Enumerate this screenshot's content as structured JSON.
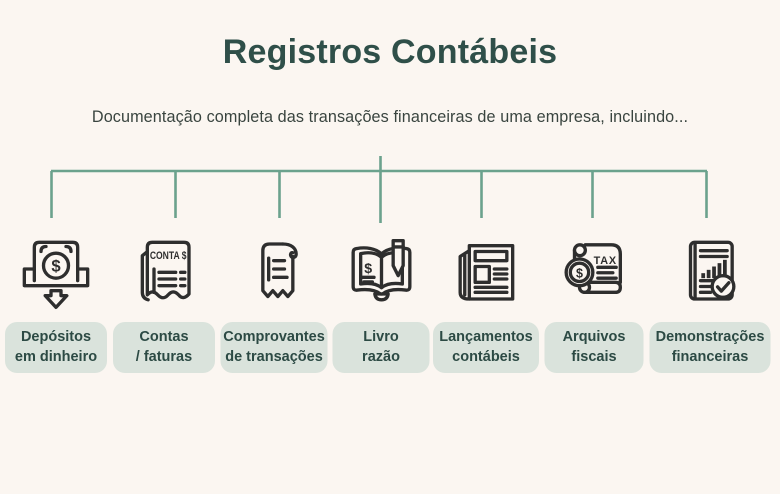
{
  "page": {
    "background_color": "#FBF6F1",
    "accent_line_color": "#6BA28D",
    "label_box_color": "#DAE3DC",
    "label_text_color": "#2C4A44",
    "title_color": "#2F4F49",
    "icon_stroke_color": "#2E2E2E"
  },
  "header": {
    "title": "Registros Contábeis",
    "subtitle": "Documentação completa das transações financeiras de uma empresa, incluindo..."
  },
  "items": [
    {
      "icon": "cash-deposit-icon",
      "label_line1": "Depósitos",
      "label_line2": "em dinheiro",
      "icon_text": "$"
    },
    {
      "icon": "invoice-icon",
      "label_line1": "Contas",
      "label_line2": "/ faturas",
      "icon_text": "CONTA $"
    },
    {
      "icon": "receipt-icon",
      "label_line1": "Comprovantes",
      "label_line2": "de transações"
    },
    {
      "icon": "ledger-book-icon",
      "label_line1": "Livro",
      "label_line2": "razão",
      "icon_text": "$"
    },
    {
      "icon": "newspaper-icon",
      "label_line1": "Lançamentos",
      "label_line2": "contábeis"
    },
    {
      "icon": "tax-scroll-icon",
      "label_line1": "Arquivos",
      "label_line2": "fiscais",
      "icon_text": "TAX",
      "icon_text2": "$"
    },
    {
      "icon": "financial-report-icon",
      "label_line1": "Demonstrações",
      "label_line2": "financeiras"
    }
  ]
}
